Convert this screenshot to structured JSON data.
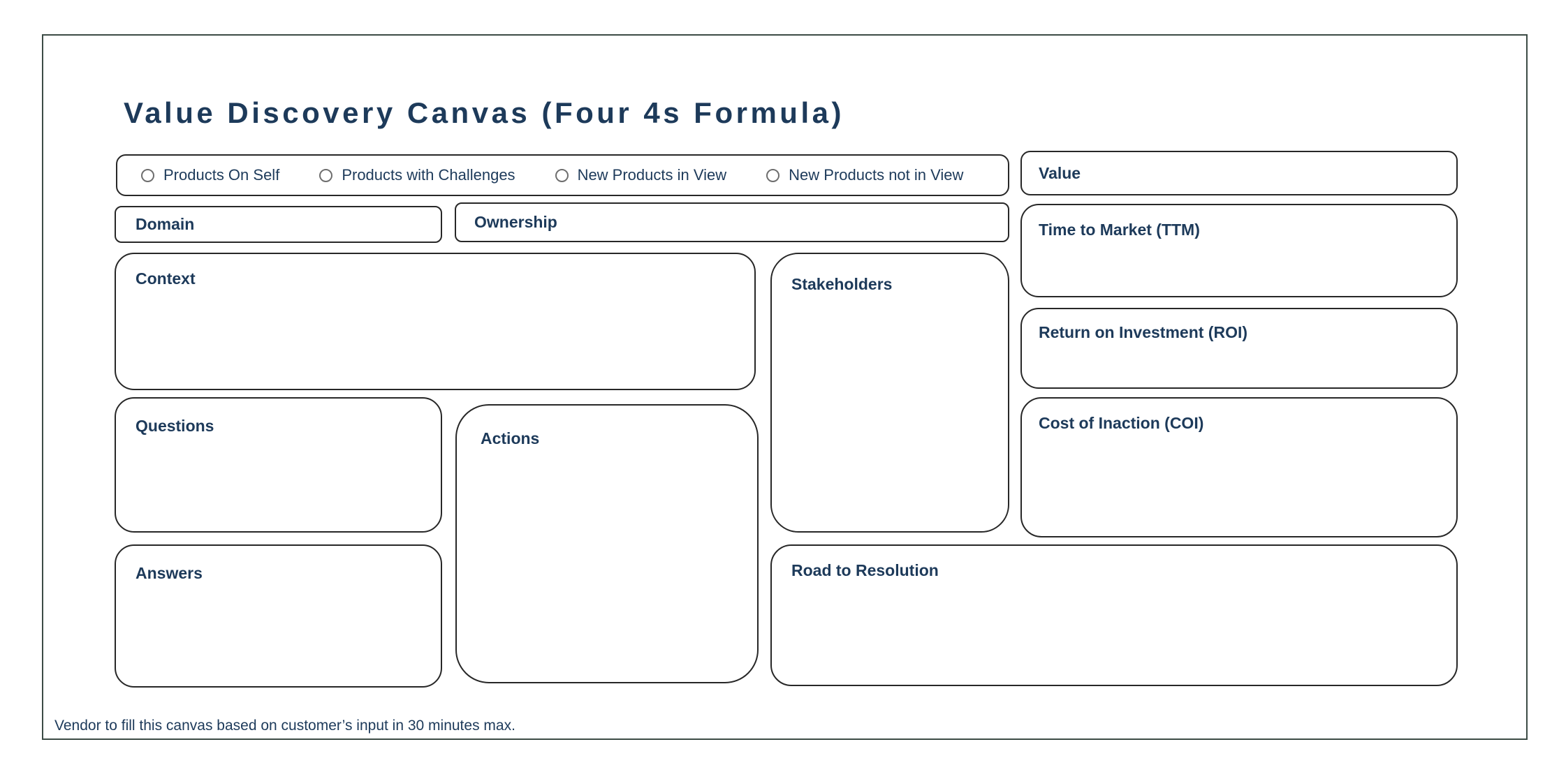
{
  "title": "Value Discovery Canvas (Four 4s Formula)",
  "colors": {
    "text_navy": "#1d3a5a",
    "box_border": "#272727",
    "outer_border": "#3c4b45",
    "radio_circle_border": "#6e6e6e",
    "background": "#ffffff"
  },
  "radio_options": [
    {
      "label": "Products On Self",
      "checked": false
    },
    {
      "label": "Products with Challenges",
      "checked": false
    },
    {
      "label": "New Products in View",
      "checked": false
    },
    {
      "label": "New Products not in View",
      "checked": false
    }
  ],
  "boxes": {
    "value": {
      "label": "Value"
    },
    "domain": {
      "label": "Domain"
    },
    "ownership": {
      "label": "Ownership"
    },
    "ttm": {
      "label": "Time to Market (TTM)"
    },
    "context": {
      "label": "Context"
    },
    "stakeholders": {
      "label": "Stakeholders"
    },
    "roi": {
      "label": "Return on Investment (ROI)"
    },
    "questions": {
      "label": "Questions"
    },
    "actions": {
      "label": "Actions"
    },
    "coi": {
      "label": "Cost of Inaction (COI)"
    },
    "answers": {
      "label": "Answers"
    },
    "road_to_resolution": {
      "label": "Road to Resolution"
    }
  },
  "footer_note": "Vendor to fill this canvas based on customer’s input in 30 minutes max."
}
